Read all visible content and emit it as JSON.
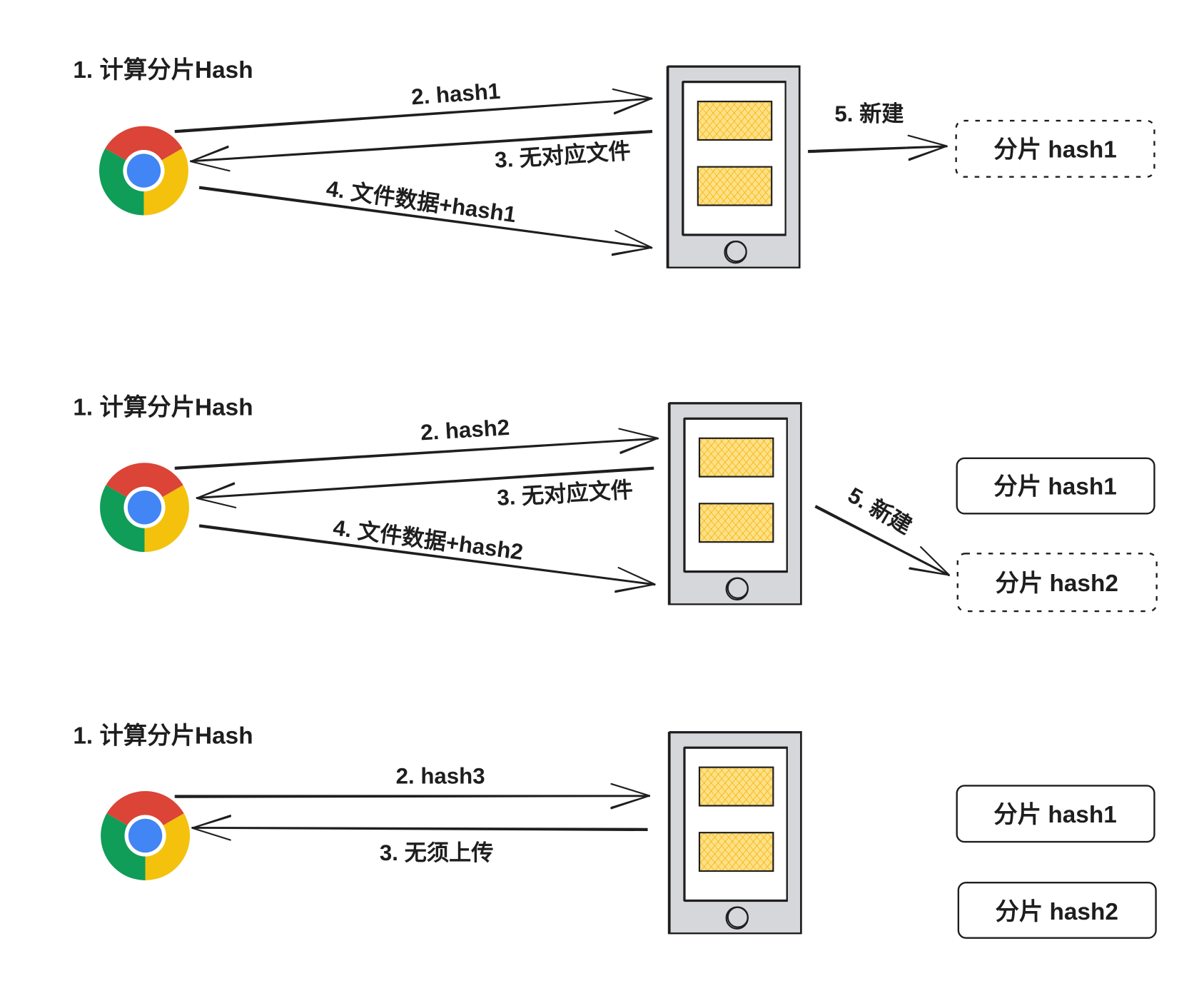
{
  "sections": [
    {
      "step1": "1. 计算分片Hash",
      "step2": "2. hash1",
      "step3": "3. 无对应文件",
      "step4": "4. 文件数据+hash1",
      "step5": "5. 新建",
      "chunks": [
        {
          "label": "分片 hash1",
          "is_new": true
        }
      ]
    },
    {
      "step1": "1. 计算分片Hash",
      "step2": "2. hash2",
      "step3": "3. 无对应文件",
      "step4": "4. 文件数据+hash2",
      "step5": "5. 新建",
      "chunks": [
        {
          "label": "分片 hash1",
          "is_new": false
        },
        {
          "label": "分片 hash2",
          "is_new": true
        }
      ]
    },
    {
      "step1": "1. 计算分片Hash",
      "step2": "2. hash3",
      "step3": "3. 无须上传",
      "chunks": [
        {
          "label": "分片 hash1",
          "is_new": false
        },
        {
          "label": "分片 hash2",
          "is_new": false
        }
      ]
    }
  ],
  "icons": {
    "client": "chrome-icon",
    "server": "server-icon"
  },
  "colors": {
    "stroke": "#1e1e1e",
    "chrome_red": "#db4437",
    "chrome_yellow": "#f4c20d",
    "chrome_green": "#0f9d58",
    "chrome_blue": "#4285f4",
    "server_fill": "#d6d7db",
    "storage_fill": "#ffe08a",
    "hatch_line": "#f2b705"
  }
}
